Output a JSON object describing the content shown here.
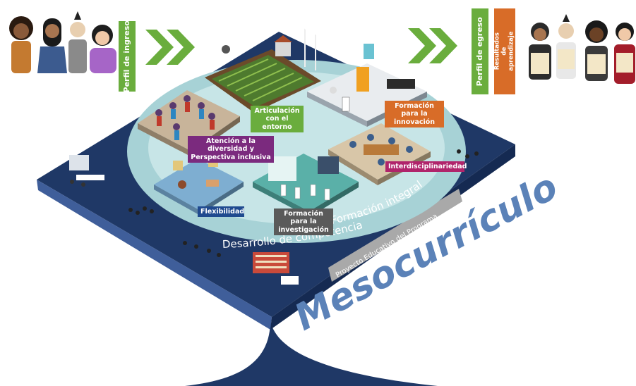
{
  "header": {
    "entry_profile": "Perfil de ingreso",
    "exit_profile": "Perfil de egreso",
    "learning_outcomes": "Resultados de aprendizaje"
  },
  "areas": {
    "entorno": "Articulación con el entorno",
    "innovacion": "Formación para la innovación",
    "diversidad": "Atención a la diversidad y Perspectiva inclusiva",
    "interdisciplinariedad": "Interdisciplinariedad",
    "flexibilidad": "Flexibilidad",
    "investigacion": "Formación para la investigación"
  },
  "rings": {
    "formacion_integral": "Formación integral",
    "desarrollo_competencias": "Desarrollo de competencias",
    "proyecto_educativo": "Proyecto Educativo del Programa"
  },
  "title": "Mesocurrículo",
  "colors": {
    "navy": "#1f3866",
    "platform_top": "#2b4775",
    "ring": "#a7d2d6",
    "green": "#6aad3d",
    "orange": "#d86c28",
    "purple": "#7b2a7e",
    "magenta": "#b0246b",
    "blue": "#1f4a8f",
    "gray": "#5a5a5a",
    "title_blue": "#5b82b8"
  },
  "icons": [
    "chevron-right-icon",
    "person-icon",
    "diploma-icon"
  ]
}
